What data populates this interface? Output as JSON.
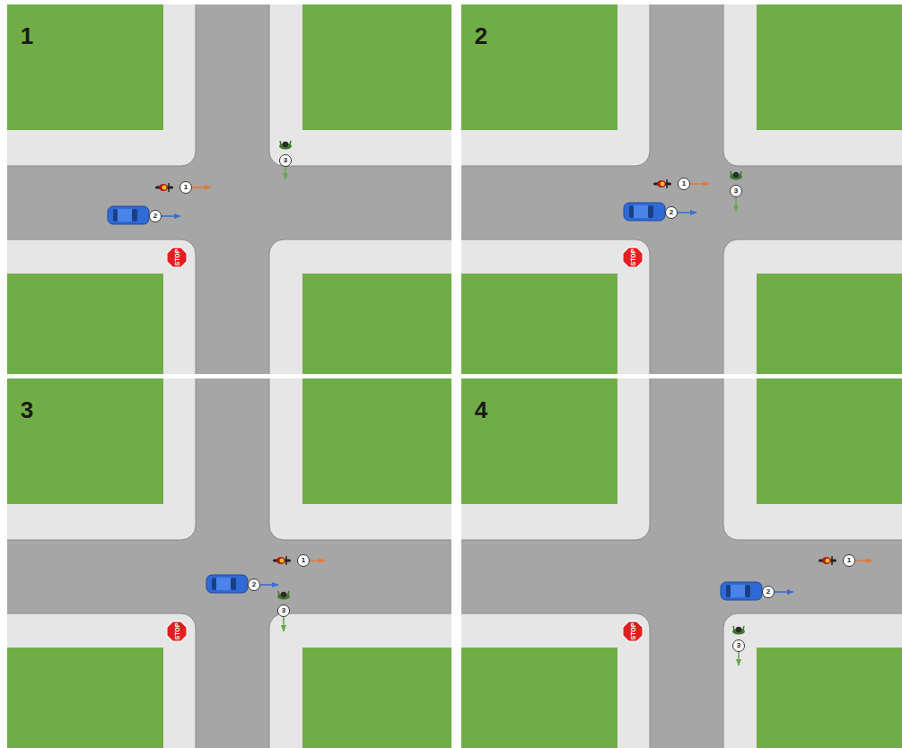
{
  "diagram": {
    "labels": [
      "1",
      "1",
      "2",
      "3",
      "STOP",
      "2",
      "1",
      "2",
      "3",
      "STOP",
      "3",
      "1",
      "2",
      "3",
      "STOP",
      "4",
      "1",
      "2",
      "3",
      "STOP"
    ]
  }
}
